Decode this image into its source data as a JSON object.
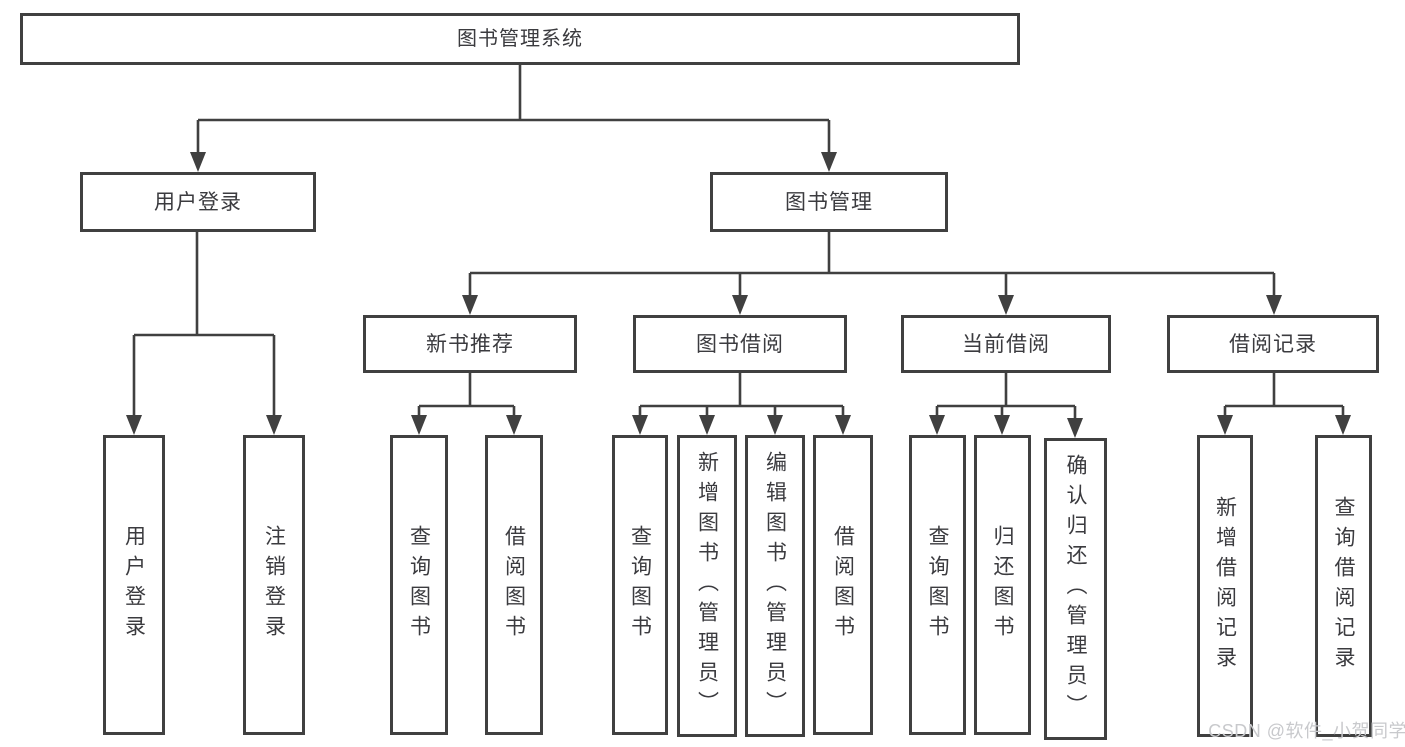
{
  "diagram": {
    "root": {
      "label": "图书管理系统"
    },
    "user_login": {
      "label": "用户登录",
      "children": [
        {
          "label": "用户登录"
        },
        {
          "label": "注销登录"
        }
      ]
    },
    "book_management": {
      "label": "图书管理",
      "children": {
        "new_book_recommend": {
          "label": "新书推荐",
          "children": [
            {
              "label": "查询图书"
            },
            {
              "label": "借阅图书"
            }
          ]
        },
        "book_borrow": {
          "label": "图书借阅",
          "children": [
            {
              "label": "查询图书"
            },
            {
              "label": "新增图书（管理员）"
            },
            {
              "label": "编辑图书（管理员）"
            },
            {
              "label": "借阅图书"
            }
          ]
        },
        "current_borrow": {
          "label": "当前借阅",
          "children": [
            {
              "label": "查询图书"
            },
            {
              "label": "归还图书"
            },
            {
              "label": "确认归还（管理员）"
            }
          ]
        },
        "borrow_record": {
          "label": "借阅记录",
          "children": [
            {
              "label": "新增借阅记录"
            },
            {
              "label": "查询借阅记录"
            }
          ]
        }
      }
    }
  },
  "watermark": {
    "text": "CSDN @软件_小贺同学"
  },
  "colors": {
    "line": "#404040",
    "text": "#3b3b3f",
    "watermark": "#c8c9cc",
    "background": "#ffffff"
  }
}
